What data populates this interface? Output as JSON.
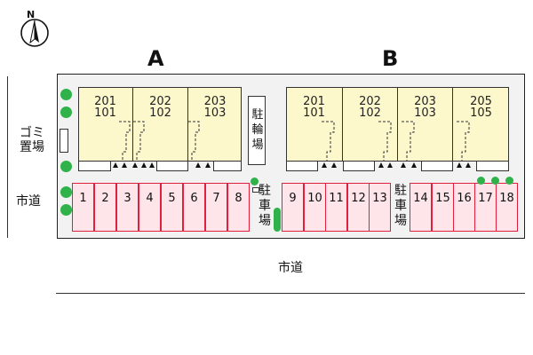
{
  "compass": {
    "letter": "N"
  },
  "buildings": [
    {
      "label": "A",
      "units": [
        {
          "upper": "201",
          "lower": "101"
        },
        {
          "upper": "202",
          "lower": "102"
        },
        {
          "upper": "203",
          "lower": "103"
        }
      ]
    },
    {
      "label": "B",
      "units": [
        {
          "upper": "201",
          "lower": "101"
        },
        {
          "upper": "202",
          "lower": "102"
        },
        {
          "upper": "203",
          "lower": "103"
        },
        {
          "upper": "205",
          "lower": "105"
        }
      ]
    }
  ],
  "bicycle_parking": "駐輪場",
  "parking_label_1": "駐車場",
  "parking_label_2": "駐車場",
  "garbage_area": "ゴミ置場",
  "road_left": "市道",
  "road_bottom": "市道",
  "parking_spaces": [
    "1",
    "2",
    "3",
    "4",
    "5",
    "6",
    "7",
    "8",
    "9",
    "10",
    "11",
    "12",
    "13",
    "14",
    "15",
    "16",
    "17",
    "18"
  ],
  "colors": {
    "building": "#fcf8cc",
    "parking": "#fde5ea",
    "parking_border": "#e0203c",
    "tree": "#2fb24a"
  }
}
